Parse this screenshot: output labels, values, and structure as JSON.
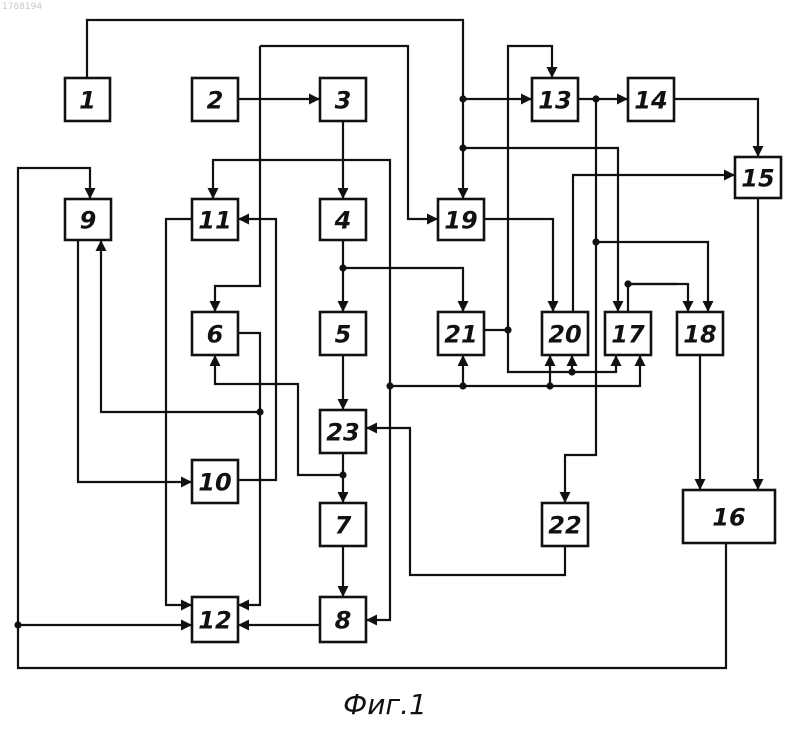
{
  "blocks": [
    {
      "id": "1",
      "label": "1"
    },
    {
      "id": "2",
      "label": "2"
    },
    {
      "id": "3",
      "label": "3"
    },
    {
      "id": "4",
      "label": "4"
    },
    {
      "id": "5",
      "label": "5"
    },
    {
      "id": "6",
      "label": "6"
    },
    {
      "id": "7",
      "label": "7"
    },
    {
      "id": "8",
      "label": "8"
    },
    {
      "id": "9",
      "label": "9"
    },
    {
      "id": "10",
      "label": "10"
    },
    {
      "id": "11",
      "label": "11"
    },
    {
      "id": "12",
      "label": "12"
    },
    {
      "id": "13",
      "label": "13"
    },
    {
      "id": "14",
      "label": "14"
    },
    {
      "id": "15",
      "label": "15"
    },
    {
      "id": "16",
      "label": "16"
    },
    {
      "id": "17",
      "label": "17"
    },
    {
      "id": "18",
      "label": "18"
    },
    {
      "id": "19",
      "label": "19"
    },
    {
      "id": "20",
      "label": "20"
    },
    {
      "id": "21",
      "label": "21"
    },
    {
      "id": "22",
      "label": "22"
    },
    {
      "id": "23",
      "label": "23"
    }
  ],
  "caption": "Фиг.1",
  "stamp": "1788194"
}
